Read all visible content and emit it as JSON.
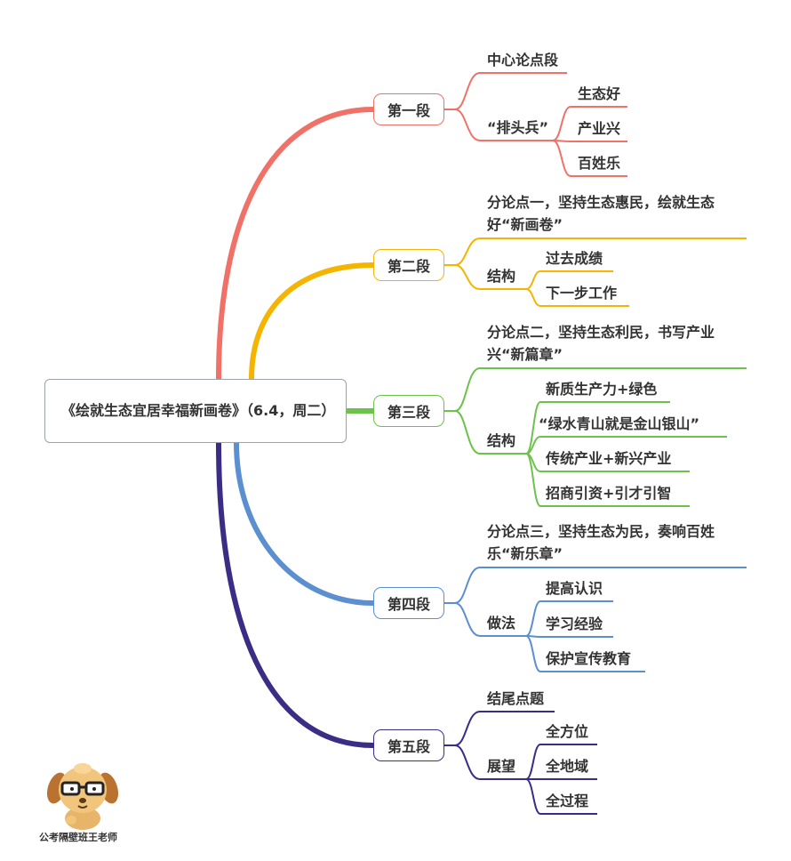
{
  "root": {
    "title": "《绘就生态宜居幸福新画卷》（6.4，周二）"
  },
  "sections": [
    {
      "label": "第一段",
      "color": "#f07167",
      "children": [
        {
          "label": "中心论点段"
        },
        {
          "label": "“排头兵”",
          "children": [
            "生态好",
            "产业兴",
            "百姓乐"
          ]
        }
      ]
    },
    {
      "label": "第二段",
      "color": "#f4b400",
      "children": [
        {
          "label": "分论点一，坚持生态惠民，绘就生态好“新画卷”"
        },
        {
          "label": "结构",
          "children": [
            "过去成绩",
            "下一步工作"
          ]
        }
      ]
    },
    {
      "label": "第三段",
      "color": "#6cc24a",
      "children": [
        {
          "label": "分论点二，坚持生态利民，书写产业兴“新篇章”"
        },
        {
          "label": "结构",
          "children": [
            "新质生产力+绿色",
            "“绿水青山就是金山银山”",
            "传统产业+新兴产业",
            "招商引资+引才引智"
          ]
        }
      ]
    },
    {
      "label": "第四段",
      "color": "#5b8fd0",
      "children": [
        {
          "label": "分论点三，坚持生态为民，奏响百姓乐“新乐章”"
        },
        {
          "label": "做法",
          "children": [
            "提高认识",
            "学习经验",
            "保护宣传教育"
          ]
        }
      ]
    },
    {
      "label": "第五段",
      "color": "#3a2d85",
      "children": [
        {
          "label": "结尾点题"
        },
        {
          "label": "展望",
          "children": [
            "全方位",
            "全地域",
            "全过程"
          ]
        }
      ]
    }
  ],
  "footer": {
    "credit": "公考隔壁班王老师"
  }
}
